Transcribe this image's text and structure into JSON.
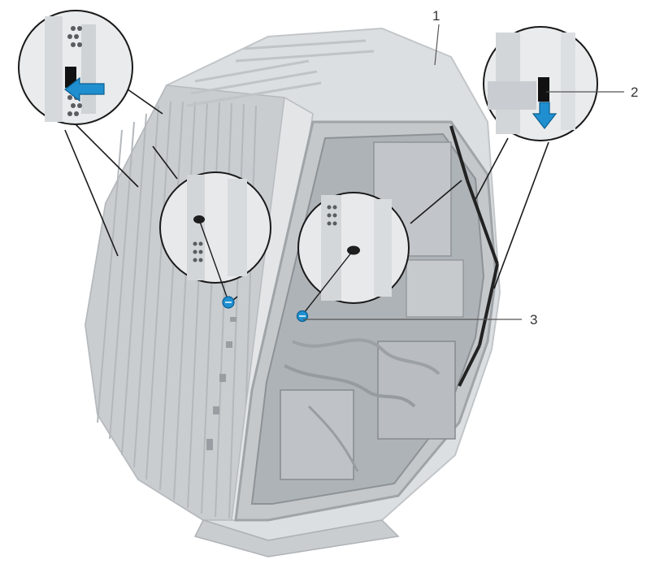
{
  "figure": {
    "callouts": [
      {
        "number": "1"
      },
      {
        "number": "2"
      },
      {
        "number": "3"
      }
    ]
  },
  "colors": {
    "chassis_fill": "#d9dcde",
    "chassis_dark": "#b9bdc1",
    "outline": "#3a3a3a",
    "leader": "#555555",
    "accent_blue": "#1f8fd0",
    "screw_dark": "#1e1e1e",
    "label_text": "#333333"
  },
  "icons": {
    "release_latch": "blue-arrow-left-icon",
    "latch_down": "blue-arrow-down-icon",
    "screw": "screw-icon"
  }
}
